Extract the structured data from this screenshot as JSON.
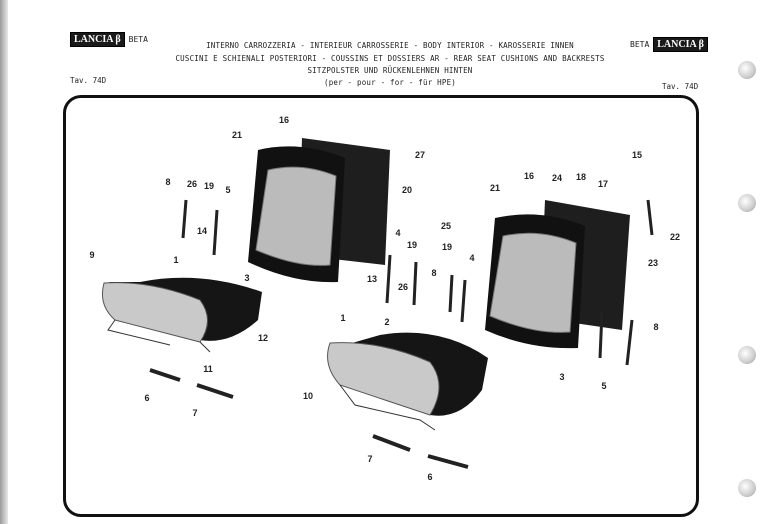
{
  "header": {
    "logo_text": "LANCIA β",
    "brand_left": "BETA",
    "brand_right": "BETA",
    "line1": "INTERNO CARROZZERIA - INTERIEUR CARROSSERIE - BODY INTERIOR - KAROSSERIE INNEN",
    "line2": "CUSCINI E SCHIENALI POSTERIORI - COUSSINS ET DOSSIERS AR - REAR SEAT CUSHIONS AND BACKRESTS",
    "line3": "SITZPOLSTER UND RÜCKENLEHNEN HINTEN",
    "line4": "(per - pour - for - für HPE)",
    "table_left": "Tav. 74D",
    "table_right": "Tav. 74D"
  },
  "callouts": [
    "16",
    "21",
    "27",
    "20",
    "8",
    "26",
    "19",
    "5",
    "14",
    "1",
    "3",
    "9",
    "13",
    "1",
    "4",
    "19",
    "25",
    "19",
    "26",
    "8",
    "4",
    "2",
    "12",
    "11",
    "6",
    "7",
    "10",
    "7",
    "6",
    "16",
    "24",
    "18",
    "17",
    "15",
    "21",
    "22",
    "23",
    "8",
    "3",
    "5"
  ]
}
